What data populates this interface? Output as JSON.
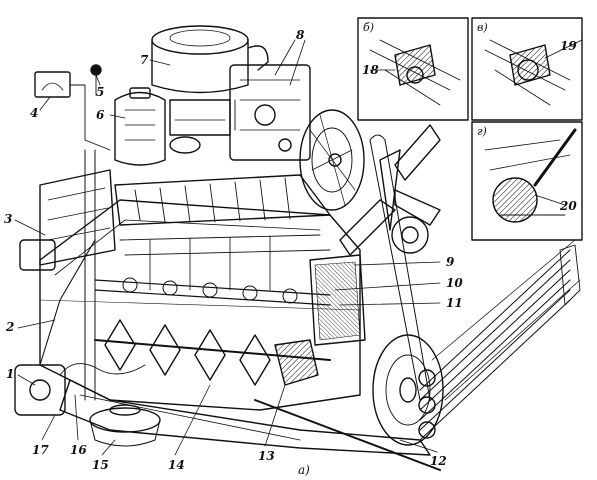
{
  "figure": {
    "caption": "а)",
    "insets": {
      "b": "б)",
      "v": "в)",
      "g": "г)"
    },
    "callouts": [
      "1",
      "2",
      "3",
      "4",
      "5",
      "6",
      "7",
      "8",
      "9",
      "10",
      "11",
      "12",
      "13",
      "14",
      "15",
      "16",
      "17",
      "18",
      "19",
      "20"
    ]
  }
}
